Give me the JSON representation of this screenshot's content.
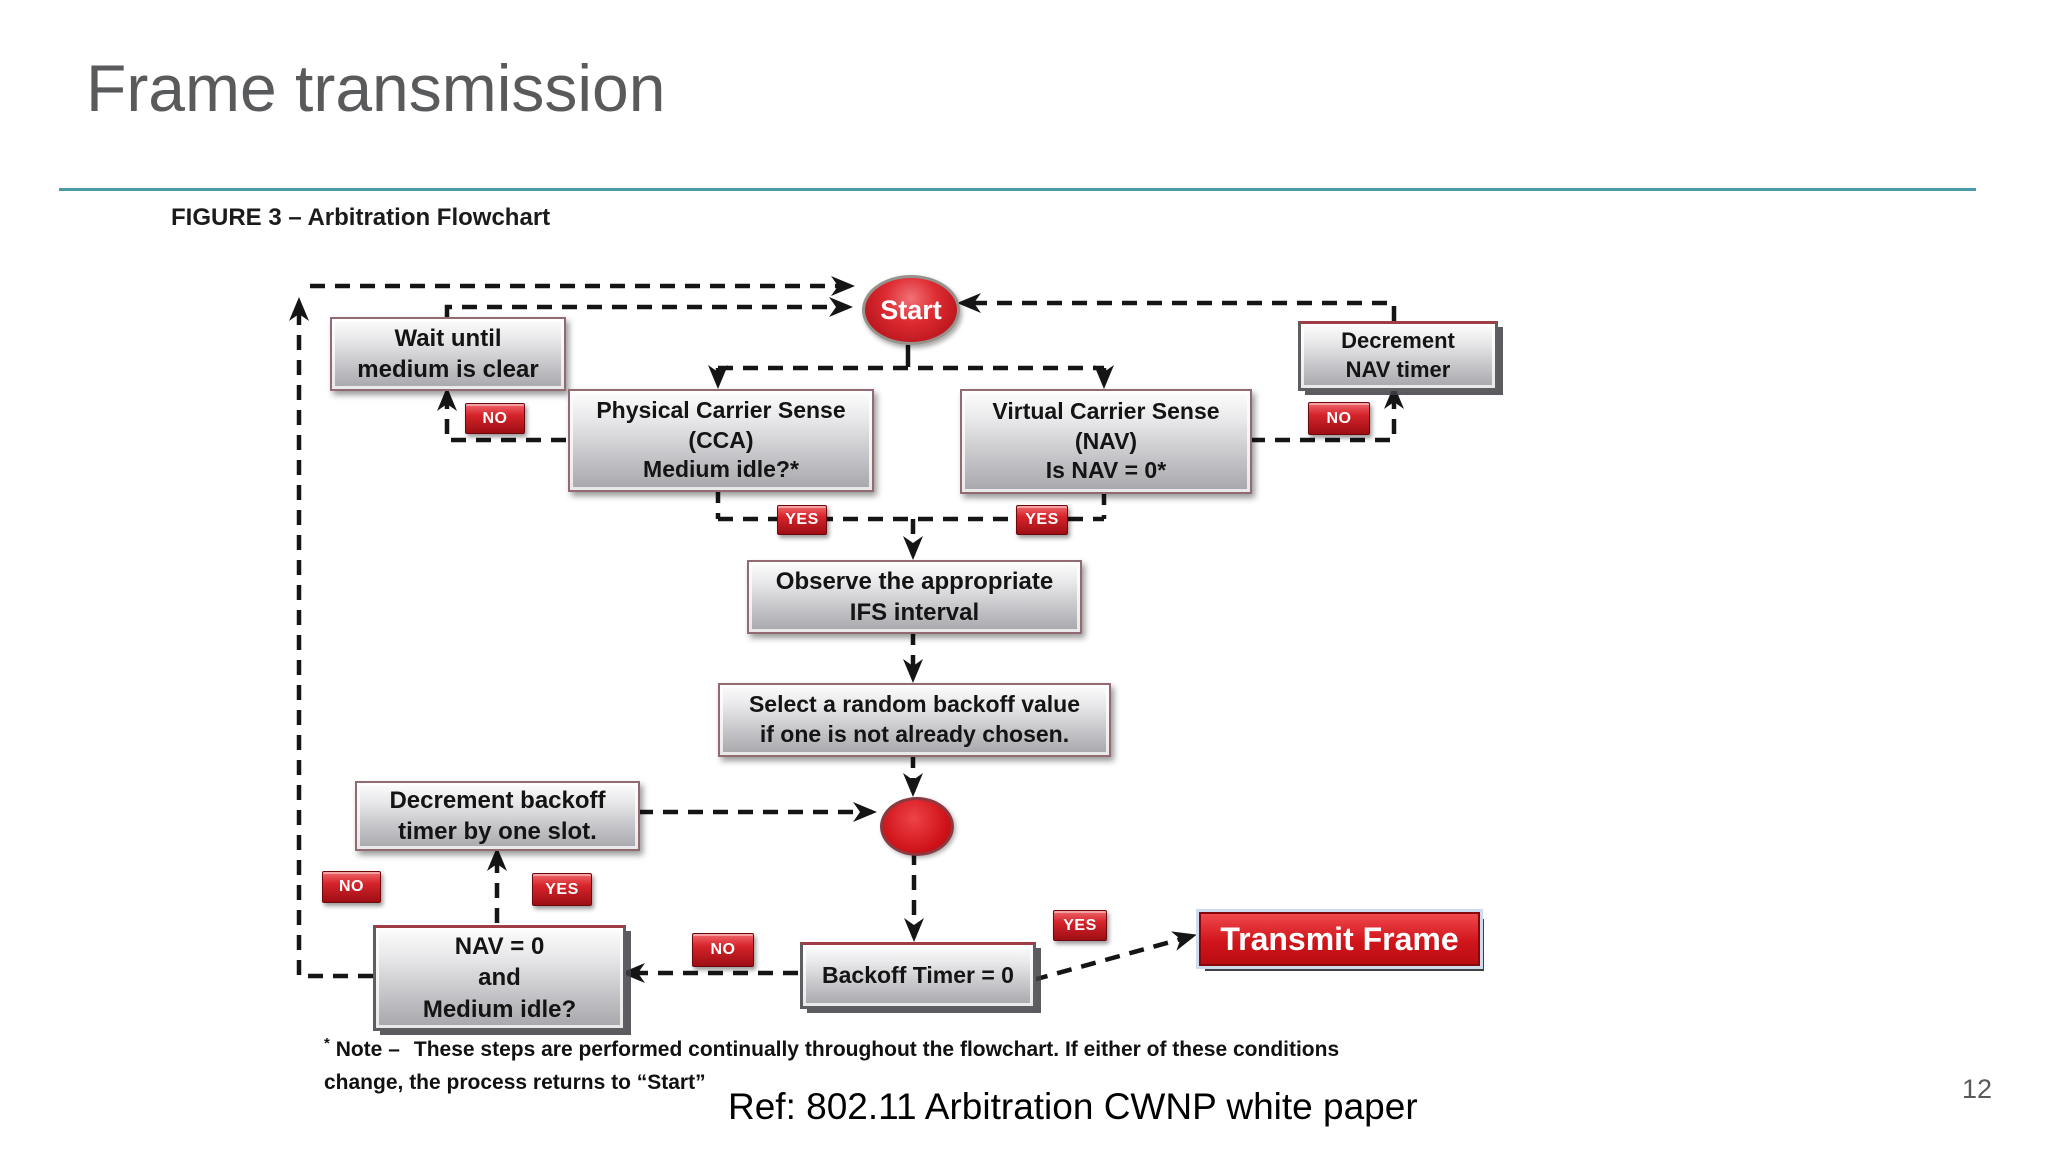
{
  "slide": {
    "title": "Frame transmission",
    "page_number": "12",
    "reference": "Ref: 802.11 Arbitration CWNP white paper"
  },
  "figure": {
    "caption": "FIGURE 3 – Arbitration Flowchart",
    "note": {
      "asterisk": "*",
      "label": "Note –",
      "line1": "These steps are performed continually throughout the flowchart.  If either of these conditions",
      "line2": "change, the process returns to “Start”"
    }
  },
  "flowchart": {
    "labels": {
      "yes": "YES",
      "no": "NO"
    },
    "nodes": {
      "start": "Start",
      "wait_medium": "Wait until\nmedium is clear",
      "decrement_nav": "Decrement\nNAV timer",
      "physical_cs": "Physical Carrier Sense\n(CCA)\nMedium idle?*",
      "virtual_cs": "Virtual Carrier Sense\n(NAV)\nIs NAV = 0*",
      "observe_ifs": "Observe the appropriate\nIFS interval",
      "select_backoff": "Select a random backoff value\nif one is not already chosen.",
      "decrement_backoff": "Decrement backoff\ntimer by one slot.",
      "nav_medium_idle": "NAV = 0\nand\nMedium idle?",
      "backoff_timer": "Backoff Timer = 0",
      "transmit_frame": "Transmit Frame"
    },
    "colors": {
      "accent_red": "#c9161d",
      "box_border_maroon": "#916a72",
      "connector_black": "#151515",
      "divider_teal": "#4a9aa5",
      "title_gray": "#595a5c"
    }
  }
}
